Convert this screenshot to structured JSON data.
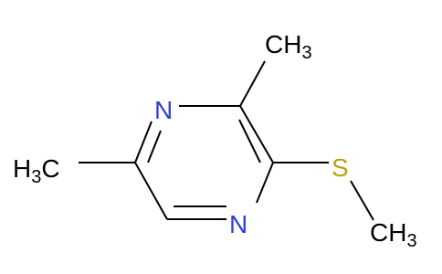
{
  "molecule": {
    "atoms": {
      "n1": {
        "label": "N",
        "color": "#2f3fd6"
      },
      "n4": {
        "label": "N",
        "color": "#2f3fd6"
      },
      "s": {
        "label": "S",
        "color": "#b8a21a"
      },
      "ch3_top": {
        "main": "CH",
        "sub": "3",
        "color": "#000000"
      },
      "ch3_s": {
        "main": "CH",
        "sub": "3",
        "color": "#000000"
      },
      "h3c_left": {
        "h": "H",
        "sub": "3",
        "c": "C",
        "color": "#000000"
      }
    },
    "bond_color": "#000000"
  }
}
